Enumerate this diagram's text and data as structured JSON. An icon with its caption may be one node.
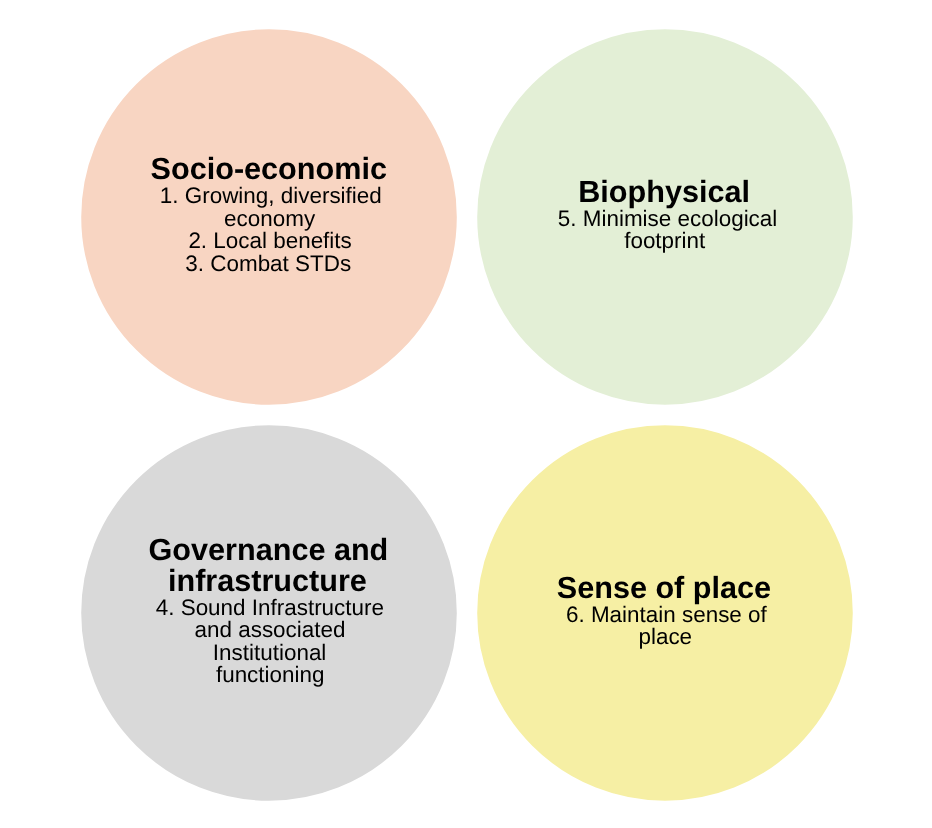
{
  "diagram": {
    "nodes": [
      {
        "text": [
          "Socio-economic",
          "1. Growing, diversified economy",
          "2. Local benefits",
          "3. Combat STDs"
        ]
      },
      {
        "text": [
          "Governance and infrastructure",
          "4. Sound Infrastructure and associated Institutional functioning"
        ]
      },
      {
        "text": [
          "Biophysical",
          "5. Minimise ecological footprint"
        ]
      },
      {
        "text": [
          "Sense of place",
          "6. Maintain sense of place"
        ]
      }
    ]
  }
}
